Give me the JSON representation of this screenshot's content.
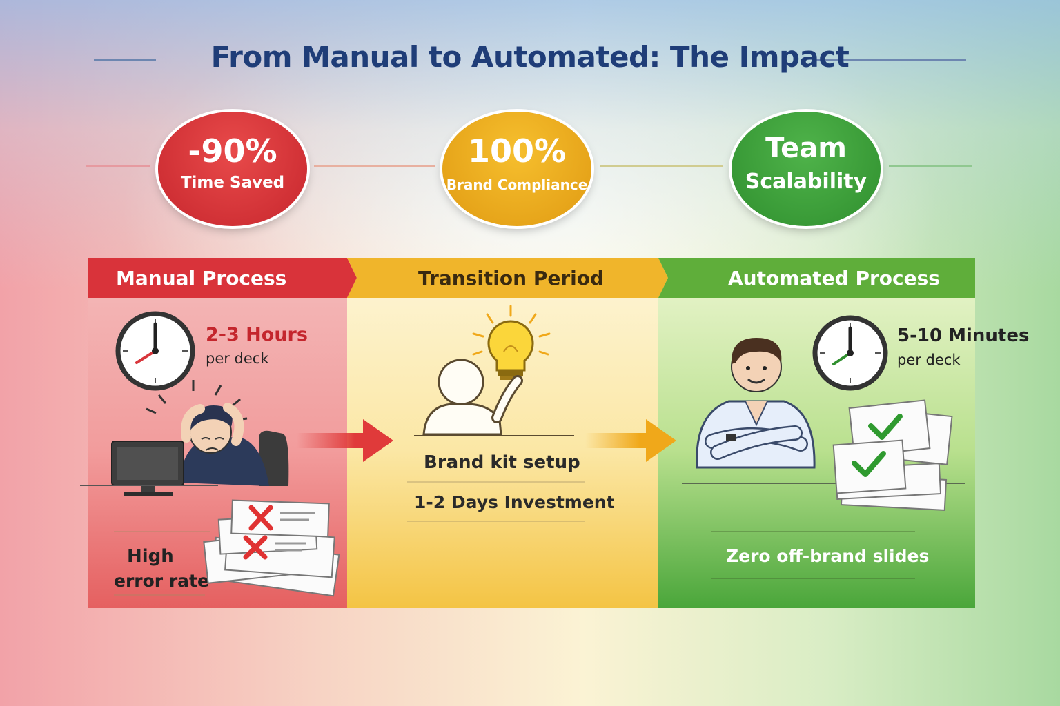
{
  "title": "From Manual to Automated: The Impact",
  "colors": {
    "red": "#d8363c",
    "yellow": "#eba71c",
    "green": "#3d9e3a",
    "title": "#1f3d78"
  },
  "metrics": [
    {
      "value": "-90%",
      "label": "Time Saved",
      "color": "#d8363c"
    },
    {
      "value": "100%",
      "label": "Brand Compliance",
      "color": "#eba71c"
    },
    {
      "value": "Team",
      "label": "Scalability",
      "color": "#3d9e3a"
    }
  ],
  "stages": {
    "manual": {
      "header": "Manual Process",
      "time": "2-3 Hours",
      "time_unit": "per deck",
      "note_line1": "High",
      "note_line2": "error rate",
      "icons": [
        "clock-icon",
        "stressed-person-icon",
        "computer-icon",
        "error-papers-icon"
      ]
    },
    "transition": {
      "header": "Transition Period",
      "item1": "Brand kit setup",
      "item2": "1-2 Days Investment",
      "icons": [
        "lightbulb-icon",
        "thinking-person-icon"
      ]
    },
    "automated": {
      "header": "Automated Process",
      "time": "5-10 Minutes",
      "time_unit": "per deck",
      "note": "Zero off-brand slides",
      "icons": [
        "clock-icon",
        "confident-person-icon",
        "checked-papers-icon"
      ]
    }
  }
}
